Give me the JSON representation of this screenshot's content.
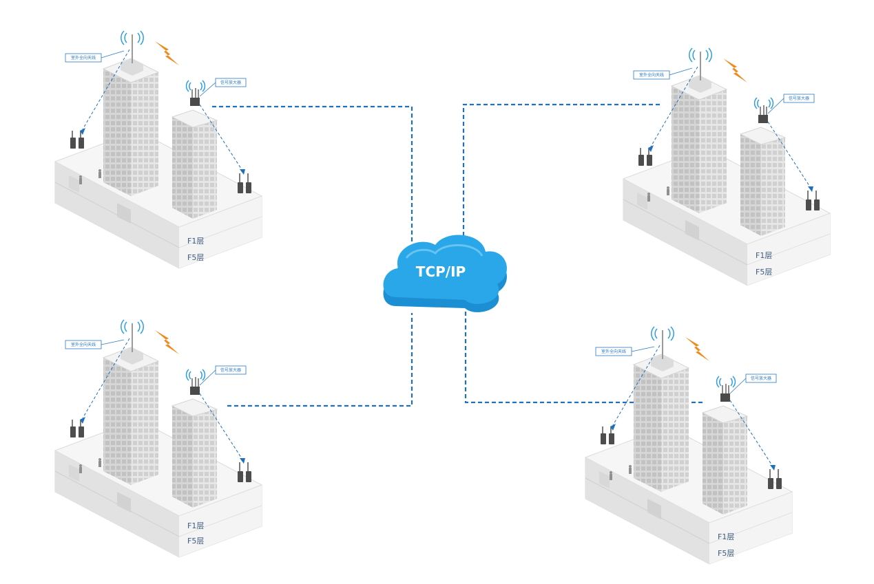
{
  "cloud": {
    "label": "TCP/IP"
  },
  "colors": {
    "link": "#1f6fbf",
    "cloud": "#2aa7e8",
    "cloud_dark": "#1c8ed3",
    "lightning": "#f08a1c",
    "building": "#e3e3e3"
  },
  "sites": [
    {
      "id": "top-left",
      "antenna_tag": "室外全向天线",
      "amp_tag": "信号放大器",
      "floor_upper": "F1层",
      "floor_lower": "F5层"
    },
    {
      "id": "top-right",
      "antenna_tag": "室外全向天线",
      "amp_tag": "信号放大器",
      "floor_upper": "F1层",
      "floor_lower": "F5层"
    },
    {
      "id": "bottom-left",
      "antenna_tag": "室外全向天线",
      "amp_tag": "信号放大器",
      "floor_upper": "F1层",
      "floor_lower": "F5层"
    },
    {
      "id": "bottom-right",
      "antenna_tag": "室外全向天线",
      "amp_tag": "信号放大器",
      "floor_upper": "F1层",
      "floor_lower": "F5层"
    }
  ]
}
